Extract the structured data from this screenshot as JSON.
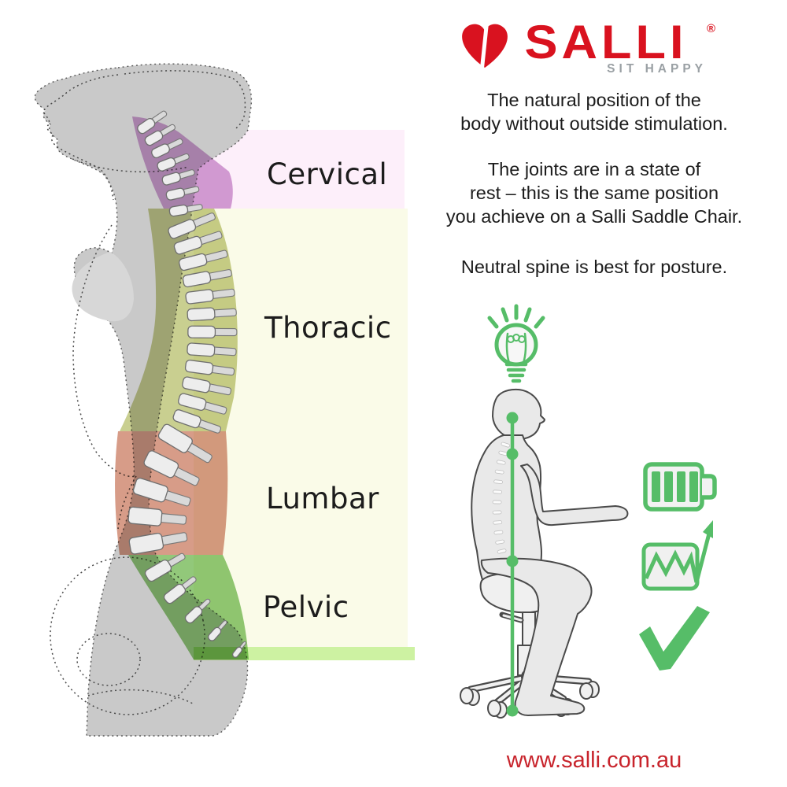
{
  "colors": {
    "brand_red": "#d9121f",
    "tagline_gray": "#9aa0a4",
    "accent_green": "#56bd68",
    "body_gray": "#c9c9c9",
    "band_pink": "#fdeffa",
    "band_cream": "#fafbe8",
    "band_green": "#cdf2a2",
    "cervical_purple": "#d3a3d6",
    "thoracic_olive": "#c9cf90",
    "lumbar_salmon": "#d79c88",
    "pelvic_green": "#92c87a",
    "text_dark": "#1c1c1c",
    "url_red": "#c8242c"
  },
  "logo": {
    "brand": "SALLI",
    "registered": "®",
    "tagline": "SIT HAPPY"
  },
  "intro": {
    "p1_line1": "The natural position of the",
    "p1_line2": "body without outside stimulation.",
    "p2_line1": "The joints are in a state of",
    "p2_line2": "rest – this is the same position",
    "p2_line3": "you achieve on a Salli Saddle Chair.",
    "p3": "Neutral spine is best for posture."
  },
  "spine_regions": [
    {
      "label": "Cervical",
      "highlight_color": "#d3a3d6",
      "band_color": "#fdeffa"
    },
    {
      "label": "Thoracic",
      "highlight_color": "#c9cf90",
      "band_color": "#fafbe8"
    },
    {
      "label": "Lumbar",
      "highlight_color": "#d79c88",
      "band_color": "#fafbe8"
    },
    {
      "label": "Pelvic",
      "highlight_color": "#92c87a",
      "band_color": "#fafbe8"
    }
  ],
  "icons": {
    "logo": "split-heart-icon",
    "idea": "lightbulb-icon",
    "energy": "battery-full-icon",
    "growth": "growth-chart-icon",
    "approval": "checkmark-icon"
  },
  "footer": {
    "url": "www.salli.com.au"
  }
}
